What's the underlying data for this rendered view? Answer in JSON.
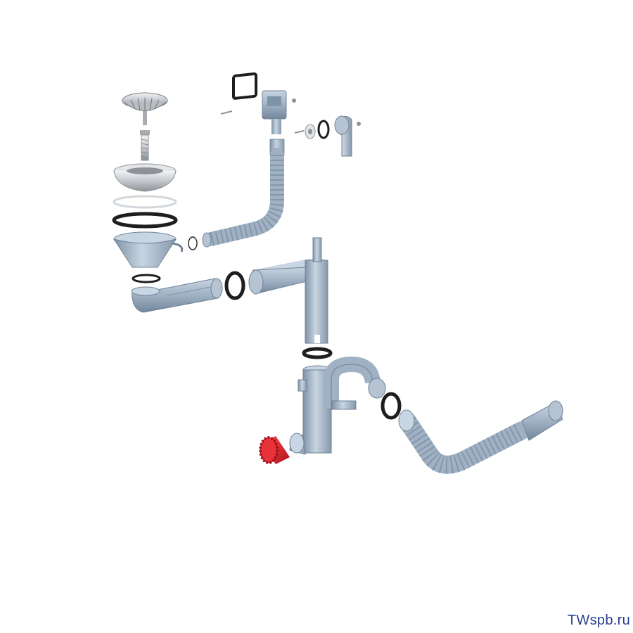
{
  "watermark": {
    "text": "TWspb.ru",
    "color": "#2a3f8f"
  },
  "palette": {
    "background": "#ffffff",
    "plastic": "#9fb1c3",
    "plastic_light": "#c6d3e0",
    "plastic_dark": "#6f8296",
    "steel": "#c9ccd0",
    "steel_dark": "#8e9399",
    "gasket": "#1e1e1e",
    "plug_red": "#d9202a"
  },
  "parts": [
    "strainer-basket",
    "strainer-screw",
    "drain-bowl",
    "flat-washer",
    "rubber-gasket",
    "drain-funnel",
    "overflow-plate",
    "overflow-elbow",
    "corrugated-overflow-hose",
    "horizontal-drain-pipe",
    "tee-connector",
    "bottle-trap",
    "red-plug",
    "corrugated-outlet-hose"
  ]
}
